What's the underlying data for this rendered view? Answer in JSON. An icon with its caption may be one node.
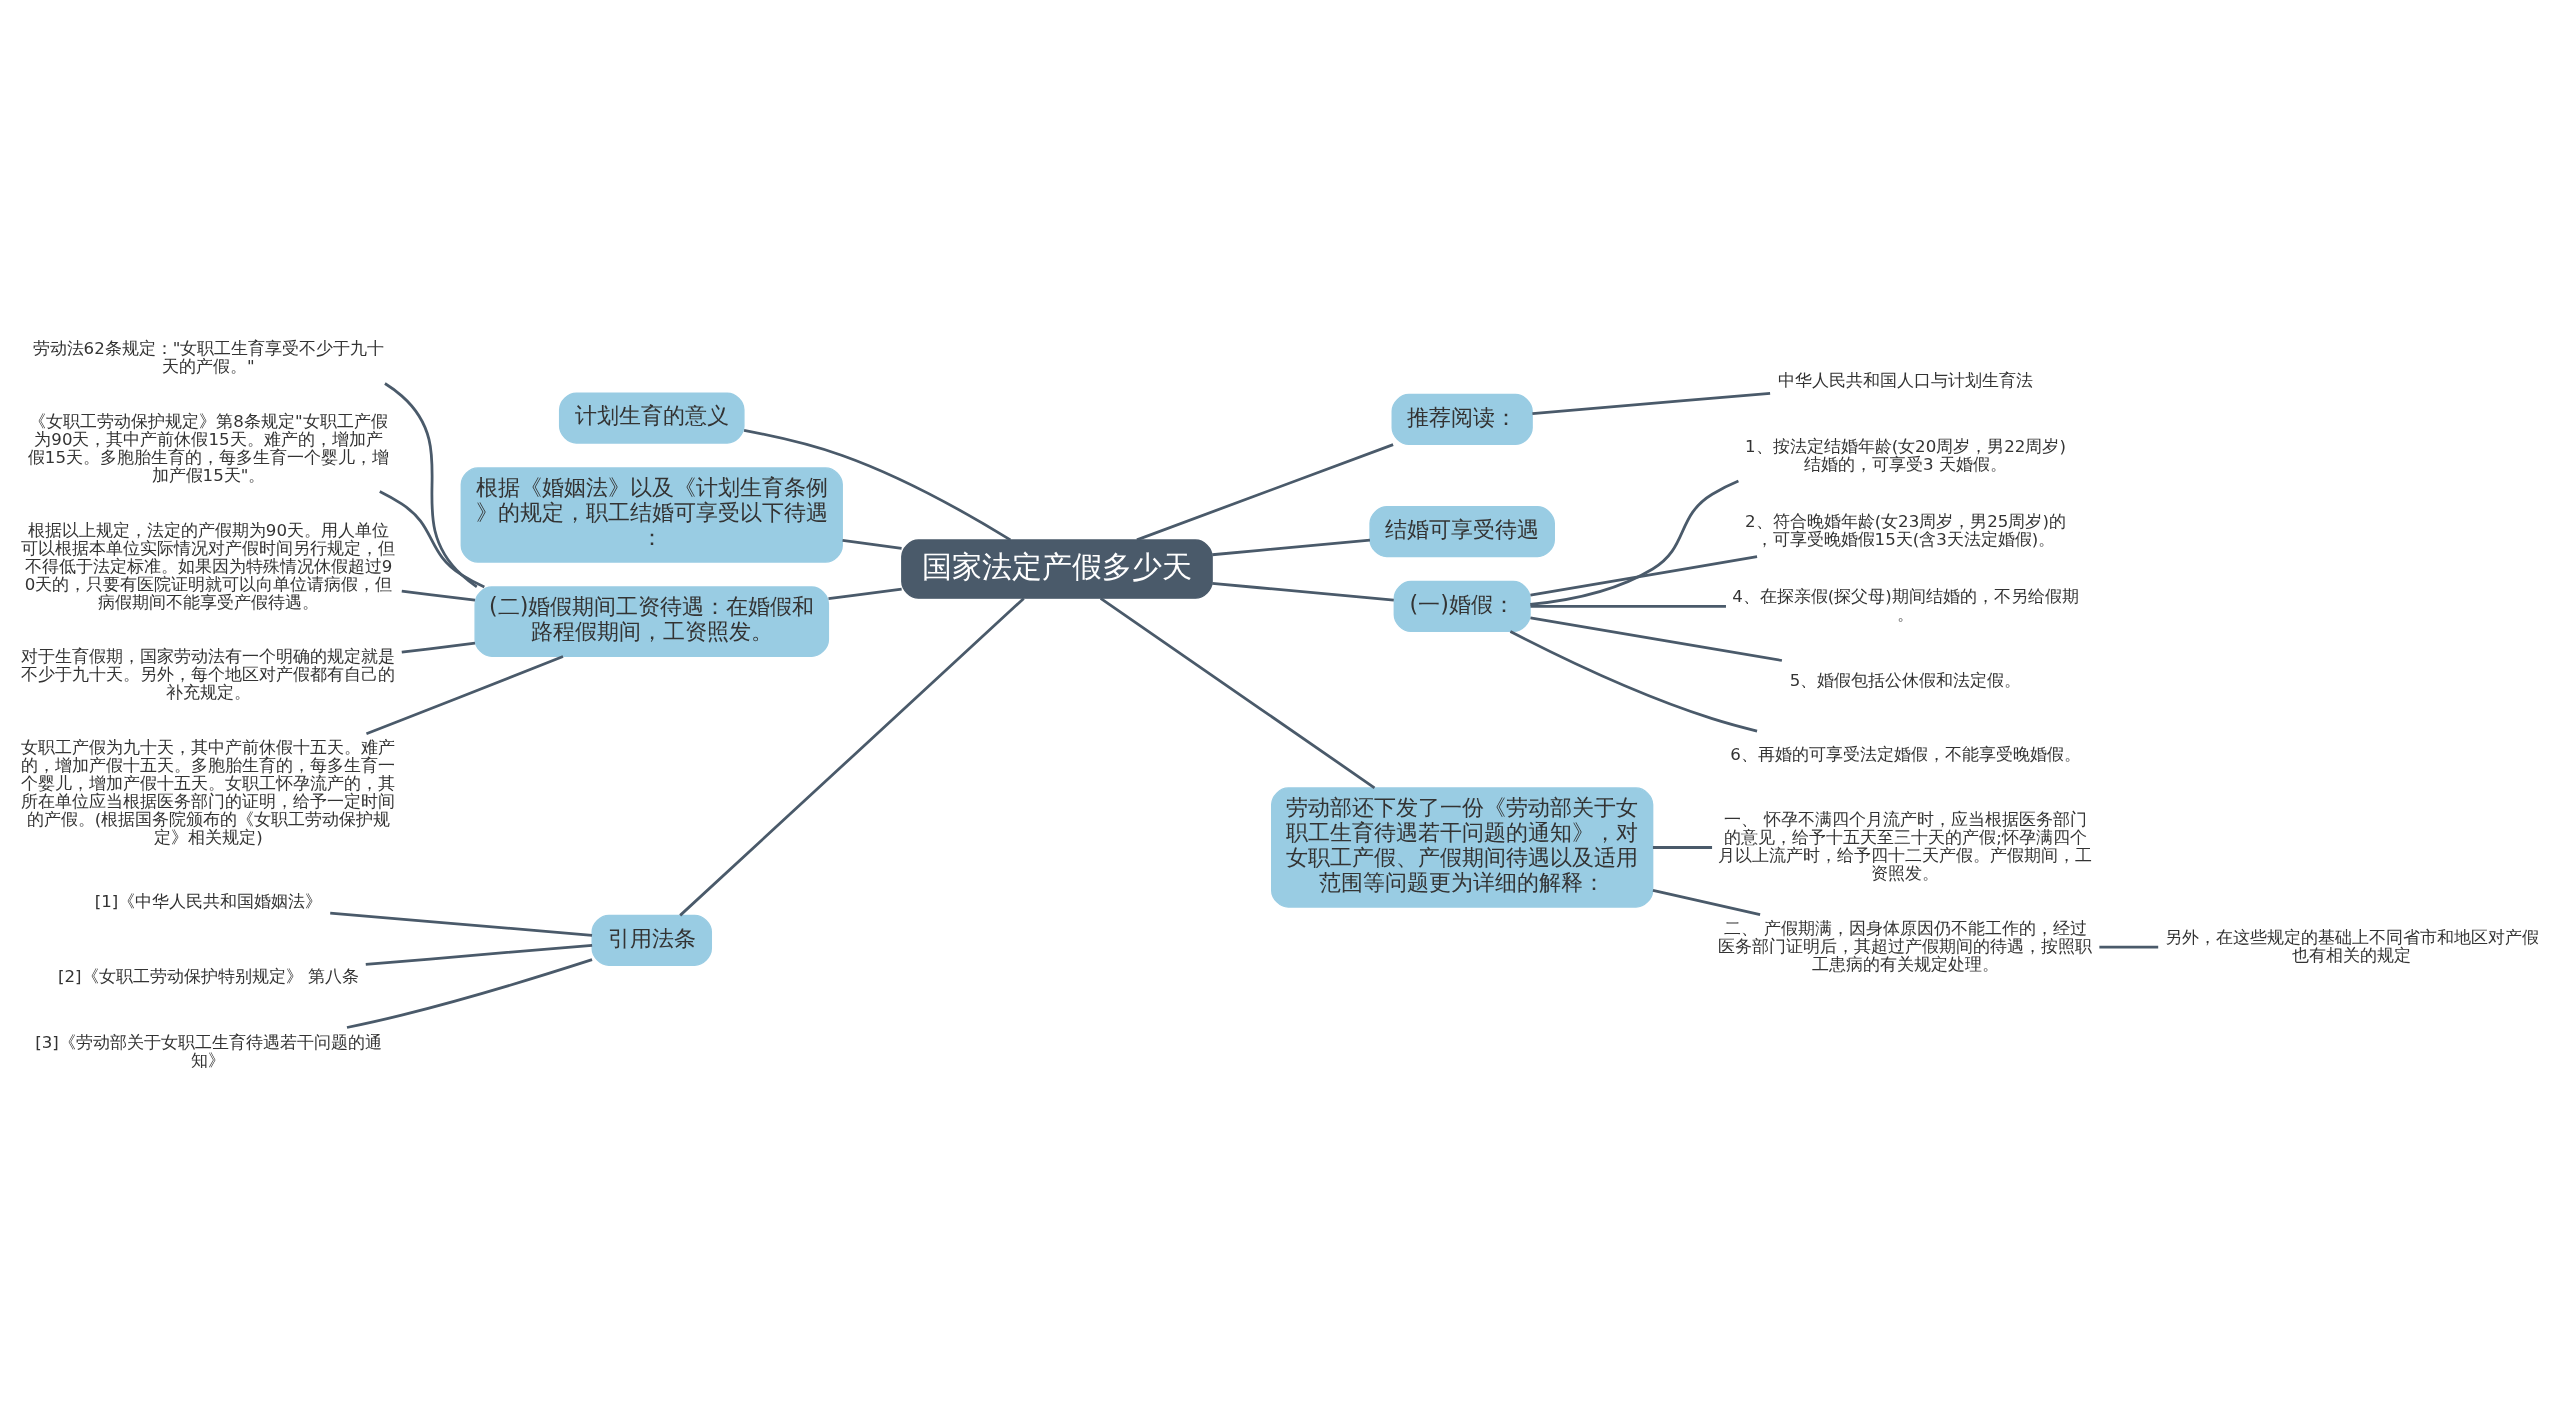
{
  "diagram": {
    "nodes": [
      {
        "text": [
          "国家法定产假多少天"
        ]
      },
      {
        "text": [
          "计划生育的意义"
        ]
      },
      {
        "text": [
          "根据《婚姻法》以及《计划生育条例》的规定，职工结婚可享受以下待遇："
        ]
      },
      {
        "text": [
          "(二)婚假期间工资待遇：在婚假和路程假期间，工资照发。"
        ]
      },
      {
        "text": [
          "劳动法62条规定：\"女职工生育享受不少于九十天的产假。\""
        ]
      },
      {
        "text": [
          "《女职工劳动保护规定》第8条规定\"女职工产假为90天，其中产前休假15天。难产的，增加产假15天。多胞胎生育的，每多生育一个婴儿，增加产假15天\"。"
        ]
      },
      {
        "text": [
          "根据以上规定，法定的产假期为90天。用人单位可以根据本单位实际情况对产假时间另行规定，但不得低于法定标准。如果因为特殊情况休假超过90天的，只要有医院证明就可以向单位请病假，但病假期间不能享受产假待遇。"
        ]
      },
      {
        "text": [
          "对于生育假期，国家劳动法有一个明确的规定就是不少于九十天。另外，每个地区对产假都有自己的补充规定。"
        ]
      },
      {
        "text": [
          "女职工产假为九十天，其中产前休假十五天。难产的，增加产假十五天。多胞胎生育的，每多生育一个婴儿，增加产假十五天。女职工怀孕流产的，其所在单位应当根据医务部门的证明，给予一定时间的产假。(根据国务院颁布的《女职工劳动保护规定》相关规定)"
        ]
      },
      {
        "text": [
          "引用法条"
        ]
      },
      {
        "text": [
          "[1]《中华人民共和国婚姻法》"
        ]
      },
      {
        "text": [
          "[2]《女职工劳动保护特别规定》 第八条"
        ]
      },
      {
        "text": [
          "[3]《劳动部关于女职工生育待遇若干问题的通知》"
        ]
      },
      {
        "text": [
          "推荐阅读："
        ]
      },
      {
        "text": [
          "中华人民共和国人口与计划生育法"
        ]
      },
      {
        "text": [
          "结婚可享受待遇"
        ]
      },
      {
        "text": [
          "(一)婚假："
        ]
      },
      {
        "text": [
          "1、按法定结婚年龄(女20周岁，男22周岁)结婚的，可享受3 天婚假。"
        ]
      },
      {
        "text": [
          "2、符合晚婚年龄(女23周岁，男25周岁)的，可享受晚婚假15天(含3天法定婚假)。"
        ]
      },
      {
        "text": [
          "4、在探亲假(探父母)期间结婚的，不另给假期。"
        ]
      },
      {
        "text": [
          "5、婚假包括公休假和法定假。"
        ]
      },
      {
        "text": [
          "6、再婚的可享受法定婚假，不能享受晚婚假。"
        ]
      },
      {
        "text": [
          "劳动部还下发了一份《劳动部关于女职工生育待遇若干问题的通知》，对女职工产假、产假期间待遇以及适用范围等问题更为详细的解释："
        ]
      },
      {
        "text": [
          "一、 怀孕不满四个月流产时，应当根据医务部门的意见，给予十五天至三十天的产假;怀孕满四个月以上流产时，给予四十二天产假。产假期间，工资照发。"
        ]
      },
      {
        "text": [
          "二、 产假期满，因身体原因仍不能工作的，经过医务部门证明后，其超过产假期间的待遇，按照职工患病的有关规定处理。"
        ]
      },
      {
        "text": [
          "另外，在这些规定的基础上不同省市和地区对产假也有相关的规定"
        ]
      }
    ],
    "edges": [
      {
        "from": 0,
        "to": 1,
        "arrow": "none"
      },
      {
        "from": 0,
        "to": 2,
        "arrow": "none"
      },
      {
        "from": 0,
        "to": 3,
        "arrow": "none"
      },
      {
        "from": 3,
        "to": 4,
        "arrow": "none"
      },
      {
        "from": 3,
        "to": 5,
        "arrow": "none"
      },
      {
        "from": 3,
        "to": 6,
        "arrow": "none"
      },
      {
        "from": 3,
        "to": 7,
        "arrow": "none"
      },
      {
        "from": 3,
        "to": 8,
        "arrow": "none"
      },
      {
        "from": 0,
        "to": 9,
        "arrow": "none"
      },
      {
        "from": 9,
        "to": 10,
        "arrow": "none"
      },
      {
        "from": 9,
        "to": 11,
        "arrow": "none"
      },
      {
        "from": 9,
        "to": 12,
        "arrow": "none"
      },
      {
        "from": 0,
        "to": 13,
        "arrow": "none"
      },
      {
        "from": 13,
        "to": 14,
        "arrow": "none"
      },
      {
        "from": 0,
        "to": 15,
        "arrow": "none"
      },
      {
        "from": 0,
        "to": 16,
        "arrow": "none"
      },
      {
        "from": 16,
        "to": 17,
        "arrow": "none"
      },
      {
        "from": 16,
        "to": 18,
        "arrow": "none"
      },
      {
        "from": 16,
        "to": 19,
        "arrow": "none"
      },
      {
        "from": 16,
        "to": 20,
        "arrow": "none"
      },
      {
        "from": 16,
        "to": 21,
        "arrow": "none"
      },
      {
        "from": 0,
        "to": 22,
        "arrow": "none"
      },
      {
        "from": 22,
        "to": 23,
        "arrow": "none"
      },
      {
        "from": 22,
        "to": 24,
        "arrow": "none"
      },
      {
        "from": 24,
        "to": 25,
        "arrow": "none"
      }
    ]
  }
}
